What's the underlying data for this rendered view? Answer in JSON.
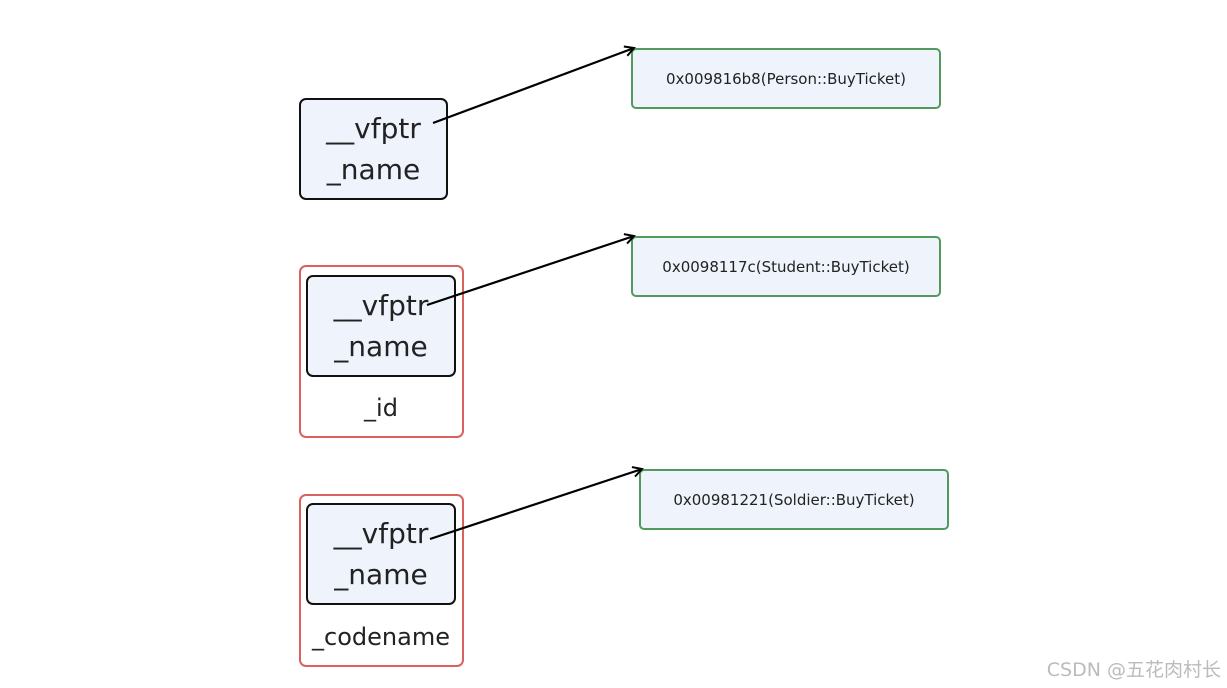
{
  "diagram": {
    "groups": [
      {
        "id": "person",
        "members": [
          "__vfptr",
          "_name"
        ],
        "extra_member": null,
        "target": "0x009816b8(Person::BuyTicket)"
      },
      {
        "id": "student",
        "members": [
          "__vfptr",
          "_name"
        ],
        "extra_member": "_id",
        "target": "0x0098117c(Student::BuyTicket)"
      },
      {
        "id": "soldier",
        "members": [
          "__vfptr",
          "_name"
        ],
        "extra_member": "_codename",
        "target": "0x00981221(Soldier::BuyTicket)"
      }
    ],
    "colors": {
      "object_border": "#111111",
      "derived_border": "#d9625f",
      "address_border": "#4f9a5c",
      "box_fill": "#eef3fc",
      "arrow": "#000000"
    }
  },
  "watermark": "CSDN @五花肉村长"
}
